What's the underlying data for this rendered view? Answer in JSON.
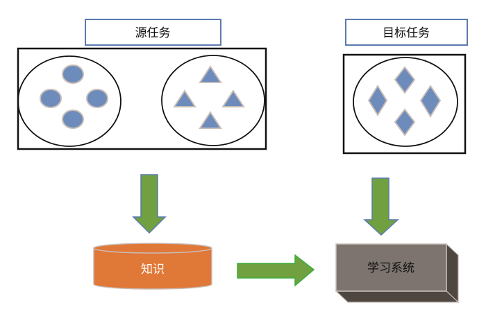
{
  "title_source": "源任务",
  "title_target": "目标任务",
  "knowledge_label": "知识",
  "learning_system_label": "学习系统",
  "colors": {
    "shape_fill": "#6d8bbb",
    "shape_stroke": "#c8beb8",
    "title_border": "#5b7aae",
    "arrow_fill": "#70a040",
    "arrow_stroke": "#5a7ab0",
    "arrow_stroke_horizontal": "#3cae3c",
    "cylinder_fill": "#e07838",
    "block_front": "#7d746f",
    "block_side": "#4e4640"
  }
}
